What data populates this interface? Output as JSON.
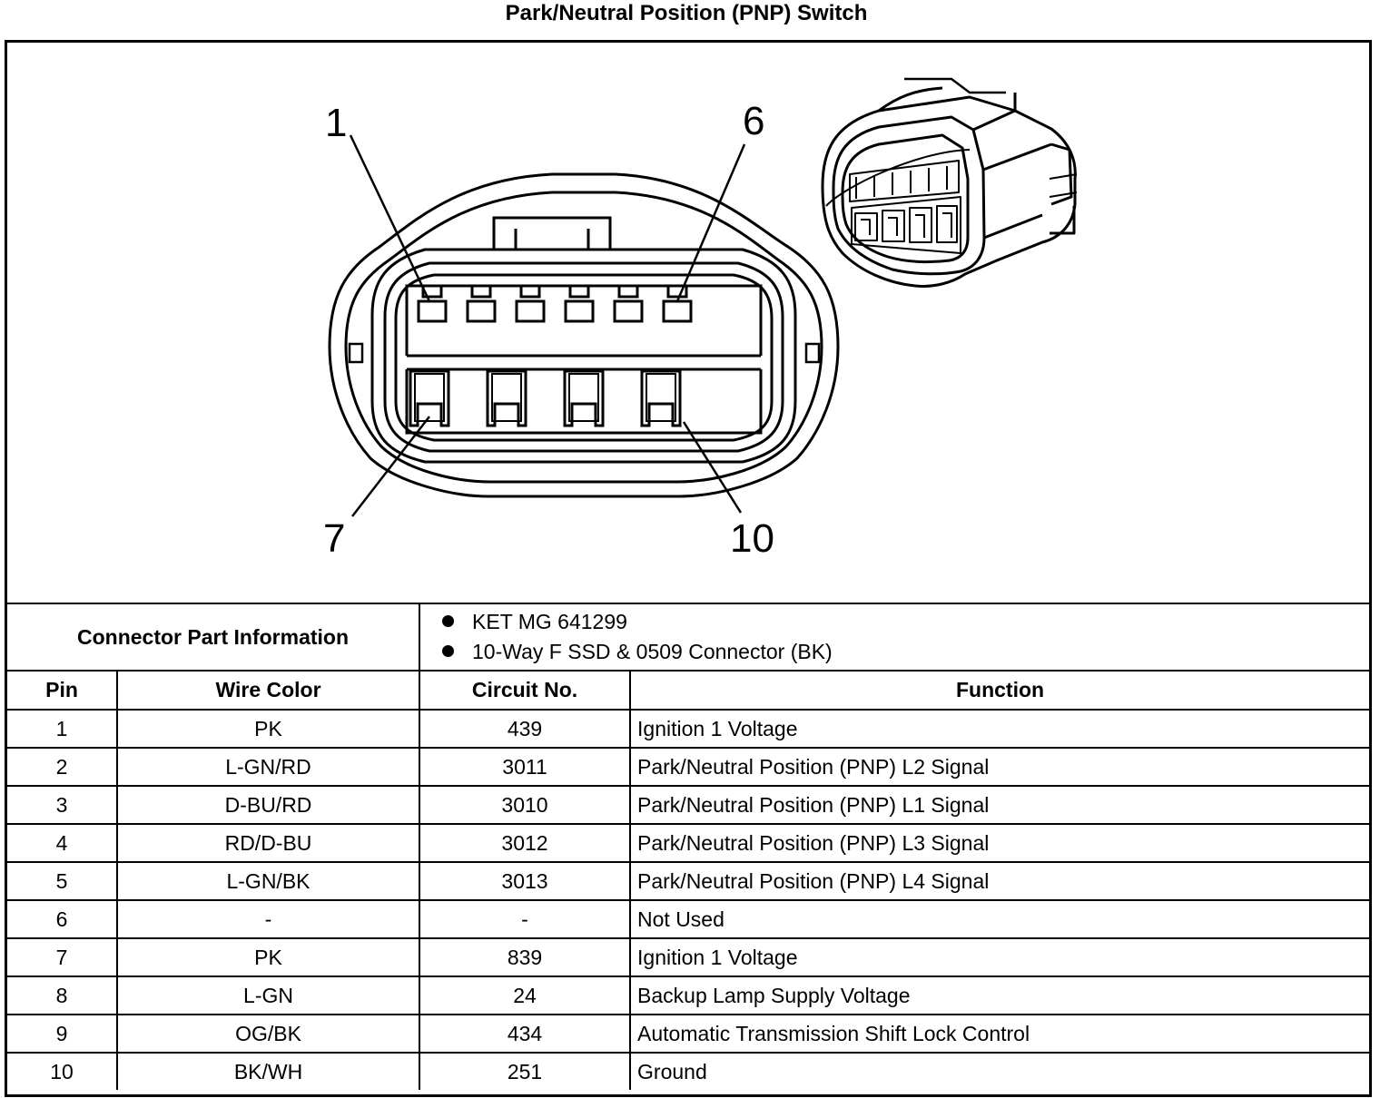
{
  "title": "Park/Neutral Position (PNP) Switch",
  "diagram": {
    "callouts": [
      "1",
      "6",
      "7",
      "10"
    ],
    "icons": [
      "connector-face-view-illustration",
      "connector-3d-illustration"
    ]
  },
  "connector_part_info": {
    "label": "Connector Part Information",
    "items": [
      "KET MG 641299",
      "10-Way F SSD & 0509 Connector (BK)"
    ]
  },
  "table": {
    "headers": [
      "Pin",
      "Wire Color",
      "Circuit No.",
      "Function"
    ],
    "rows": [
      {
        "pin": "1",
        "wire": "PK",
        "circuit": "439",
        "function": "Ignition 1 Voltage"
      },
      {
        "pin": "2",
        "wire": "L-GN/RD",
        "circuit": "3011",
        "function": "Park/Neutral Position (PNP) L2 Signal"
      },
      {
        "pin": "3",
        "wire": "D-BU/RD",
        "circuit": "3010",
        "function": "Park/Neutral Position (PNP) L1 Signal"
      },
      {
        "pin": "4",
        "wire": "RD/D-BU",
        "circuit": "3012",
        "function": "Park/Neutral Position (PNP) L3 Signal"
      },
      {
        "pin": "5",
        "wire": "L-GN/BK",
        "circuit": "3013",
        "function": "Park/Neutral Position (PNP) L4 Signal"
      },
      {
        "pin": "6",
        "wire": "-",
        "circuit": "-",
        "function": "Not Used"
      },
      {
        "pin": "7",
        "wire": "PK",
        "circuit": "839",
        "function": "Ignition 1 Voltage"
      },
      {
        "pin": "8",
        "wire": "L-GN",
        "circuit": "24",
        "function": "Backup Lamp Supply Voltage"
      },
      {
        "pin": "9",
        "wire": "OG/BK",
        "circuit": "434",
        "function": "Automatic Transmission Shift Lock Control"
      },
      {
        "pin": "10",
        "wire": "BK/WH",
        "circuit": "251",
        "function": "Ground"
      }
    ]
  }
}
